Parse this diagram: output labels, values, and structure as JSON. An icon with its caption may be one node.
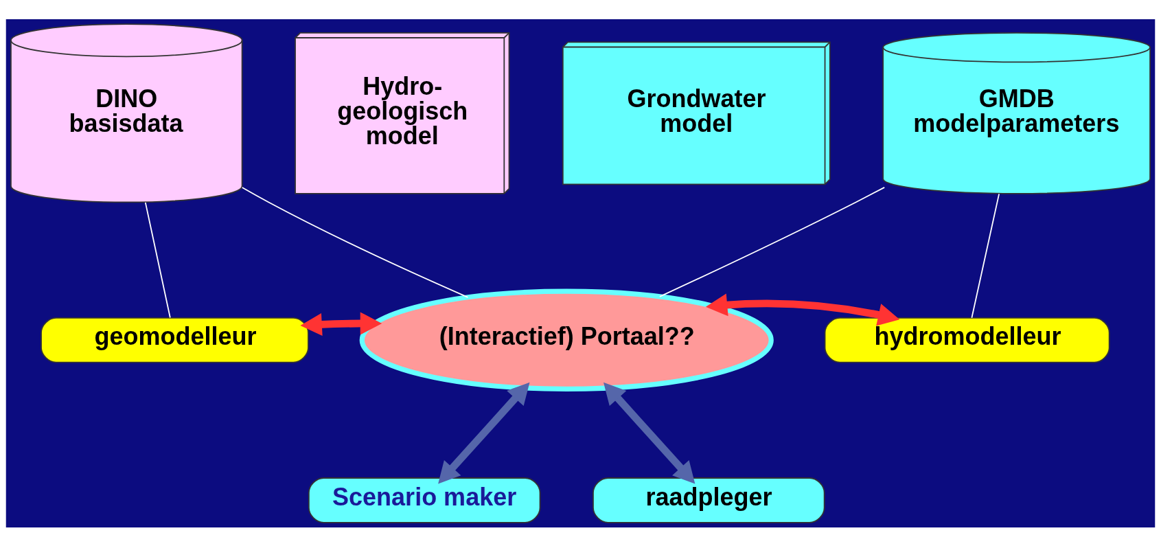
{
  "diagram": {
    "nodes": [
      {
        "text": [
          "DINO basisdata"
        ]
      },
      {
        "text": [
          "Hydro- geologisch model"
        ]
      },
      {
        "text": [
          "Grondwater model"
        ]
      },
      {
        "text": [
          "GMDB modelparameters"
        ]
      },
      {
        "text": [
          "geomodelleur"
        ]
      },
      {
        "text": [
          "(Interactief) Portaal??"
        ]
      },
      {
        "text": [
          "hydromodelleur"
        ]
      },
      {
        "text": [
          "Scenario maker"
        ]
      },
      {
        "text": [
          "raadpleger"
        ]
      }
    ],
    "edges": [
      {
        "from": 4,
        "to": 0,
        "arrow": "none",
        "color": "#ffffff"
      },
      {
        "from": 0,
        "to": 5,
        "arrow": "none",
        "color": "#ffffff"
      },
      {
        "from": 5,
        "to": 3,
        "arrow": "none",
        "color": "#ffffff"
      },
      {
        "from": 3,
        "to": 6,
        "arrow": "none",
        "color": "#ffffff"
      },
      {
        "from": 4,
        "to": 5,
        "arrow": "both",
        "style": "thick",
        "color": "#ff3333"
      },
      {
        "from": 5,
        "to": 6,
        "arrow": "both",
        "style": "thick",
        "color": "#ff3333"
      },
      {
        "from": 5,
        "to": 7,
        "arrow": "both",
        "style": "thick",
        "color": "#5566aa"
      },
      {
        "from": 5,
        "to": 8,
        "arrow": "both",
        "style": "thick",
        "color": "#5566aa"
      }
    ]
  }
}
